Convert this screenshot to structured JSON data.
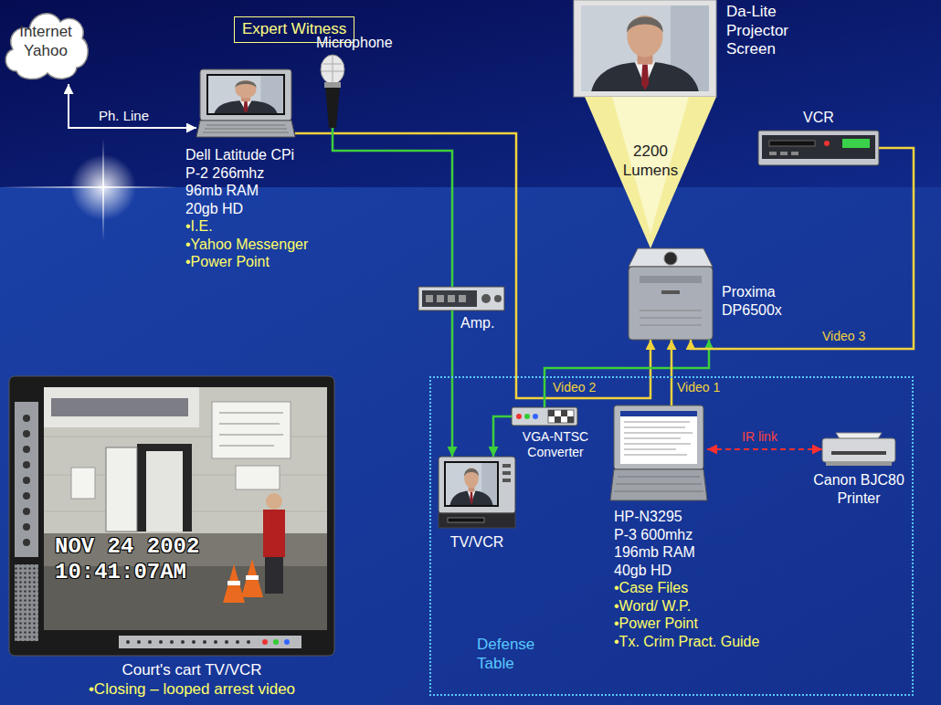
{
  "diagram": {
    "nodes": [
      {
        "text": [
          "Expert Witness"
        ]
      },
      {
        "text": [
          "Internet Yahoo"
        ]
      },
      {
        "text": [
          "Dell Latitude CPi",
          "P-2 266mhz",
          "96mb RAM",
          "20gb HD",
          "•I.E.",
          "•Yahoo Messenger",
          "•Power Point"
        ]
      },
      {
        "text": [
          "Microphone"
        ]
      },
      {
        "text": [
          "Da-Lite Projector Screen"
        ]
      },
      {
        "text": [
          "2200 Lumens"
        ]
      },
      {
        "text": [
          "VCR"
        ]
      },
      {
        "text": [
          "Proxima DP6500x"
        ]
      },
      {
        "text": [
          "Amp."
        ]
      },
      {
        "text": [
          "Defense Table"
        ]
      },
      {
        "text": [
          "VGA-NTSC Converter"
        ],
        "in": 9
      },
      {
        "text": [
          "TV/VCR"
        ],
        "in": 9
      },
      {
        "text": [
          "HP-N3295",
          "P-3 600mhz",
          "196mb RAM",
          "40gb HD",
          "•Case Files",
          "•Word/ W.P.",
          "•Power Point",
          "•Tx. Crim Pract. Guide"
        ],
        "in": 9
      },
      {
        "text": [
          "Canon BJC80 Printer"
        ],
        "in": 9
      },
      {
        "text": [
          "Court's cart TV/VCR",
          "•Closing – looped arrest video"
        ]
      }
    ],
    "edges": [
      {
        "from": 1,
        "to": 2,
        "arrow": "both",
        "label": "Ph. Line"
      },
      {
        "from": 2,
        "to": 7,
        "arrow": "to",
        "label": "Video 2"
      },
      {
        "from": 3,
        "to": 8,
        "arrow": "none"
      },
      {
        "from": 8,
        "to": 11,
        "arrow": "to"
      },
      {
        "from": 10,
        "to": 11,
        "arrow": "to"
      },
      {
        "from": 10,
        "to": 7,
        "arrow": "to"
      },
      {
        "from": 12,
        "to": 7,
        "arrow": "to",
        "label": "Video 1"
      },
      {
        "from": 6,
        "to": 7,
        "arrow": "to",
        "label": "Video 3"
      },
      {
        "from": 12,
        "to": 13,
        "arrow": "both",
        "label": "IR link"
      }
    ],
    "labels": [
      "NOV 24 2002",
      "10:41:07AM"
    ]
  }
}
